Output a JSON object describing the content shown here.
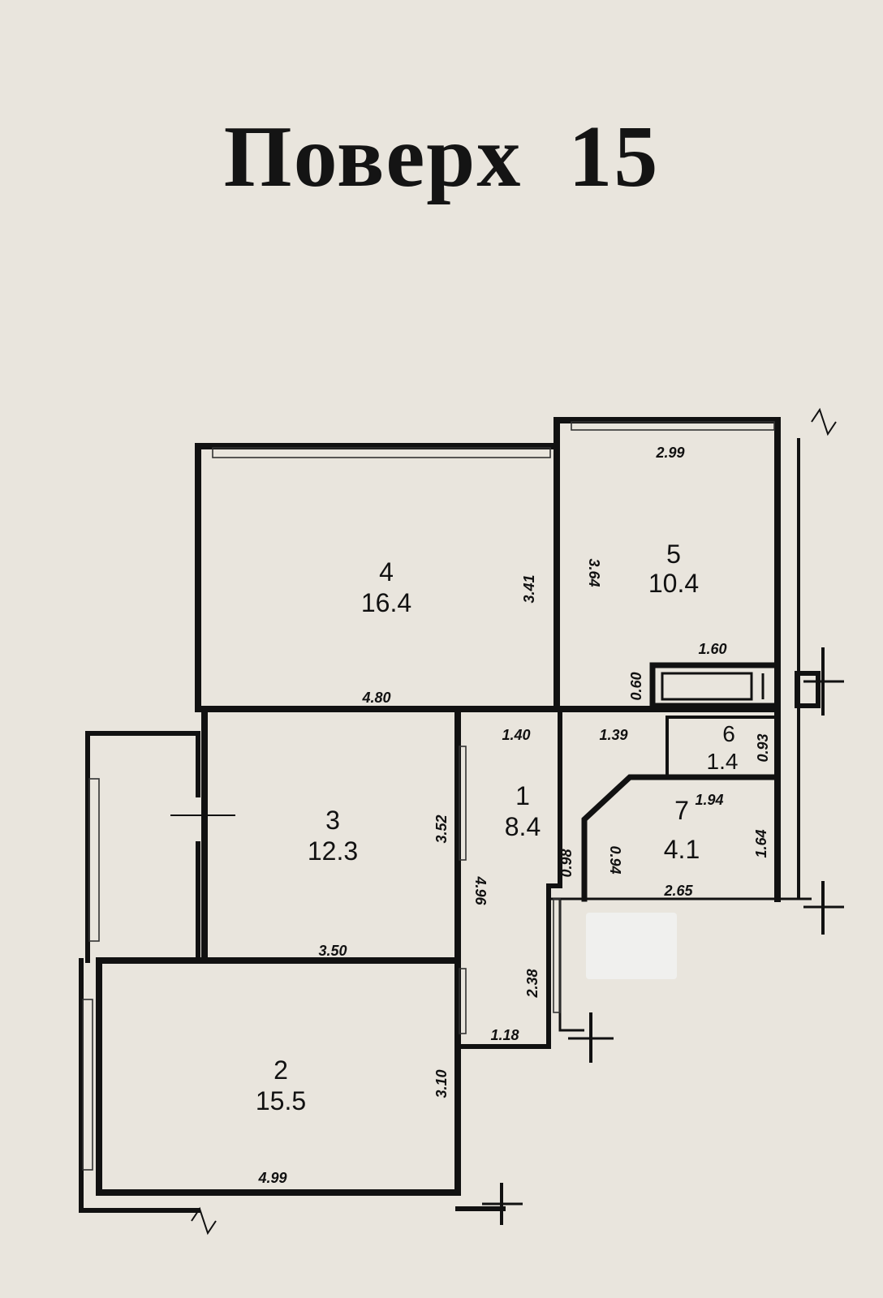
{
  "title": "Поверх  15",
  "rooms": [
    {
      "number": "1",
      "area": "8.4"
    },
    {
      "number": "2",
      "area": "15.5"
    },
    {
      "number": "3",
      "area": "12.3"
    },
    {
      "number": "4",
      "area": "16.4"
    },
    {
      "number": "5",
      "area": "10.4"
    },
    {
      "number": "6",
      "area": "1.4"
    },
    {
      "number": "7",
      "area": "4.1"
    }
  ],
  "dimensions": {
    "r5_top": "2.99",
    "r5_side": "3.64",
    "r4_side": "3.41",
    "r4_bottom": "4.80",
    "storage_width": "1.60",
    "storage_depth": "0.60",
    "hall_a": "1.40",
    "hall_b": "1.39",
    "r6_depth": "0.93",
    "r7_top": "1.94",
    "r7_side": "1.64",
    "r7_bottom": "2.65",
    "r7_left": "0.94",
    "hall_c": "0.98",
    "r3_side": "3.52",
    "hall_length": "4.96",
    "r3_bottom": "3.50",
    "entry_depth": "2.38",
    "entry_width": "1.18",
    "r2_side": "3.10",
    "r2_bottom": "4.99"
  }
}
